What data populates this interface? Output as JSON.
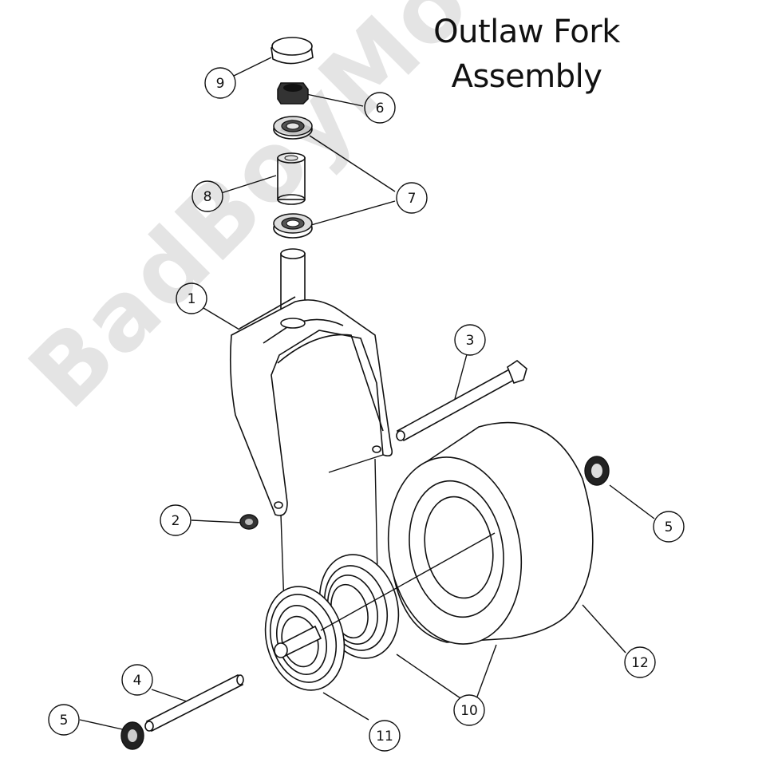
{
  "title_line1": "Outlaw Fork",
  "title_line2": "Assembly",
  "watermark": "BadBoyMowerParts.com",
  "callouts": [
    "9",
    "6",
    "7",
    "8",
    "1",
    "3",
    "2",
    "5",
    "4",
    "5",
    "11",
    "10",
    "12"
  ],
  "parts": [
    {
      "number": "1",
      "icon": "fork-icon"
    },
    {
      "number": "2",
      "icon": "lock-nut-icon"
    },
    {
      "number": "3",
      "icon": "bolt-icon"
    },
    {
      "number": "4",
      "icon": "axle-bolt-icon"
    },
    {
      "number": "5",
      "icon": "nut-icon"
    },
    {
      "number": "6",
      "icon": "hex-nut-icon"
    },
    {
      "number": "7",
      "icon": "bearing-icon"
    },
    {
      "number": "8",
      "icon": "spacer-icon"
    },
    {
      "number": "9",
      "icon": "cap-icon"
    },
    {
      "number": "10",
      "icon": "bearing-icon"
    },
    {
      "number": "11",
      "icon": "rim-icon"
    },
    {
      "number": "12",
      "icon": "tire-icon"
    }
  ]
}
